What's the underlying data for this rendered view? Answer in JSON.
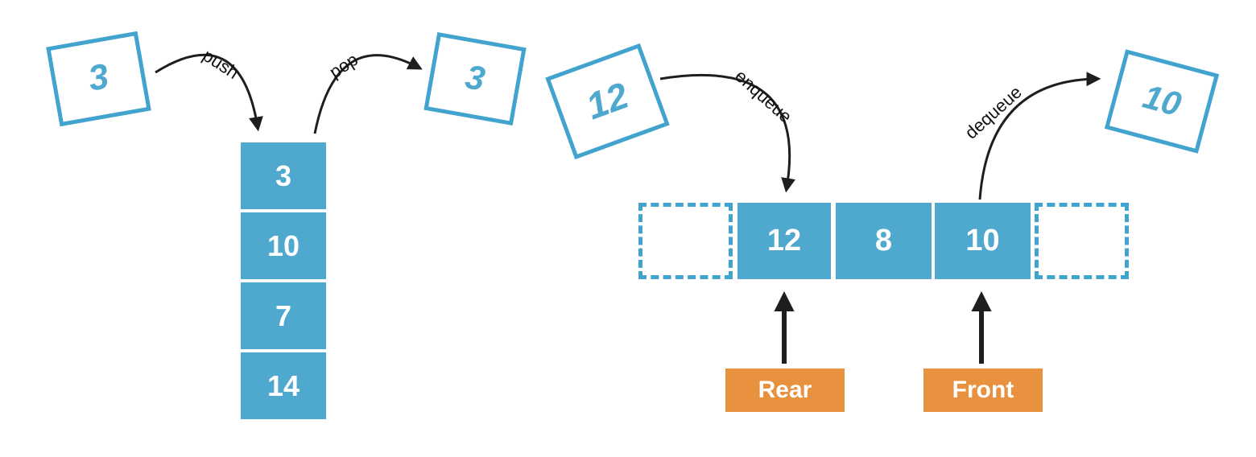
{
  "colors": {
    "blue_fill": "#4FA8CD",
    "blue_border": "#41A3CE",
    "orange": "#E8913F",
    "arrow_black": "#1E1E1E",
    "text_white": "#FFFFFF"
  },
  "stack": {
    "push_label": "push",
    "pop_label": "pop",
    "push_item_value": "3",
    "pop_item_value": "3",
    "cells": [
      "3",
      "10",
      "7",
      "14"
    ]
  },
  "queue": {
    "enqueue_label": "enqueue",
    "dequeue_label": "dequeue",
    "enqueue_item_value": "12",
    "dequeue_item_value": "10",
    "cells": [
      "12",
      "8",
      "10"
    ],
    "rear_label": "Rear",
    "front_label": "Front"
  }
}
